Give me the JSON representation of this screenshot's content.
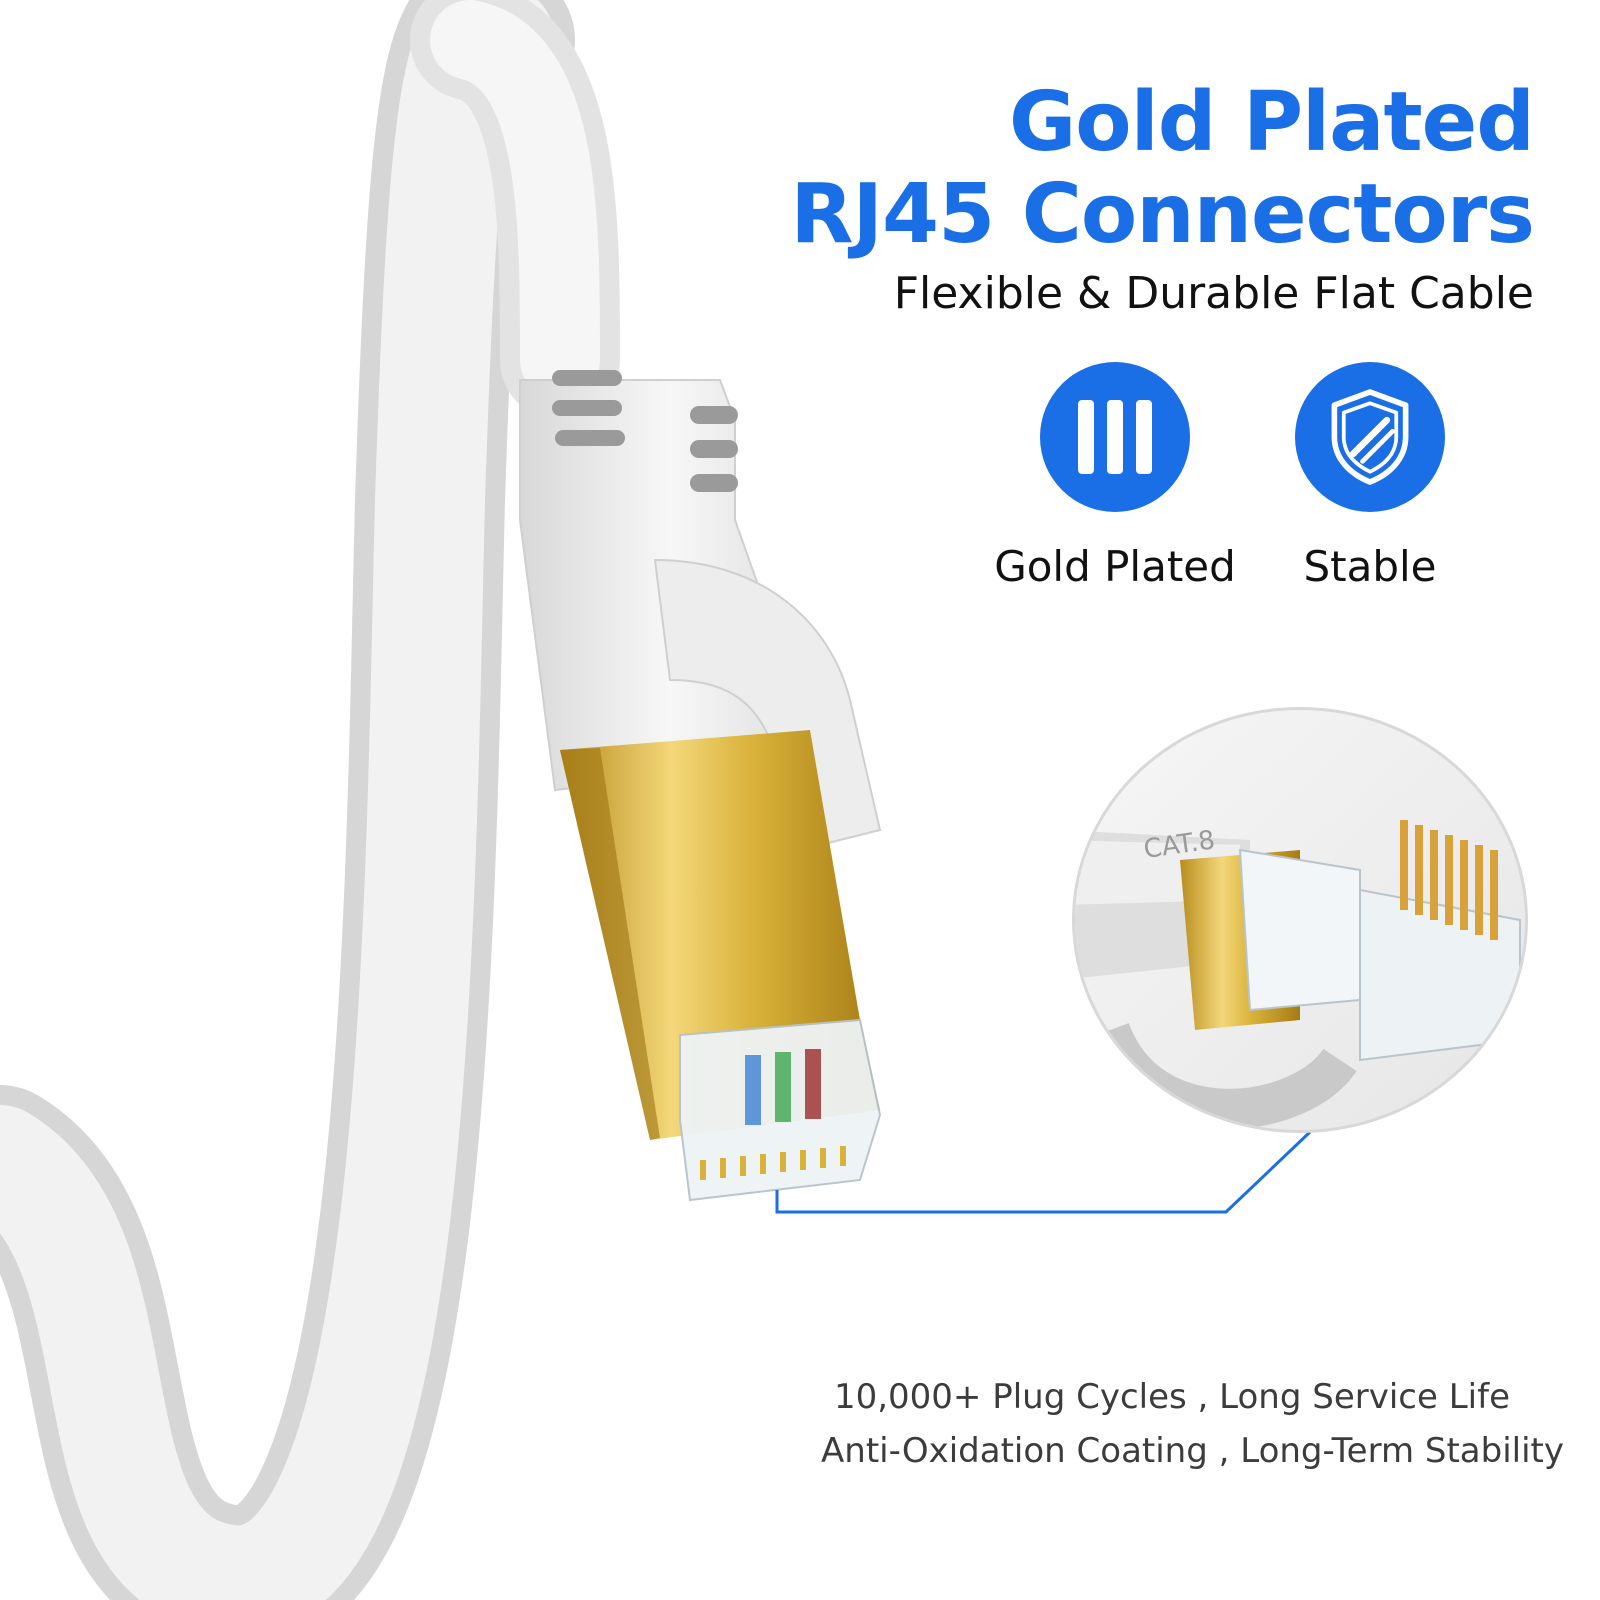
{
  "headline": {
    "line1": "Gold Plated",
    "line2": "RJ45 Connectors",
    "color": "#1a6ee6"
  },
  "subtitle": "Flexible & Durable Flat Cable",
  "features": [
    {
      "label": "Gold Plated",
      "icon": "vertical-bars-icon"
    },
    {
      "label": "Stable",
      "icon": "shield-icon"
    }
  ],
  "colors": {
    "accent": "#1a6ee6",
    "gold": "#d9b23a",
    "cable": "#ececec"
  },
  "notes": [
    "10,000+ Plug Cycles , Long Service Life",
    "Anti-Oxidation Coating , Long-Term Stability"
  ],
  "detail_inset": {
    "cable_marking": "CAT.8"
  }
}
